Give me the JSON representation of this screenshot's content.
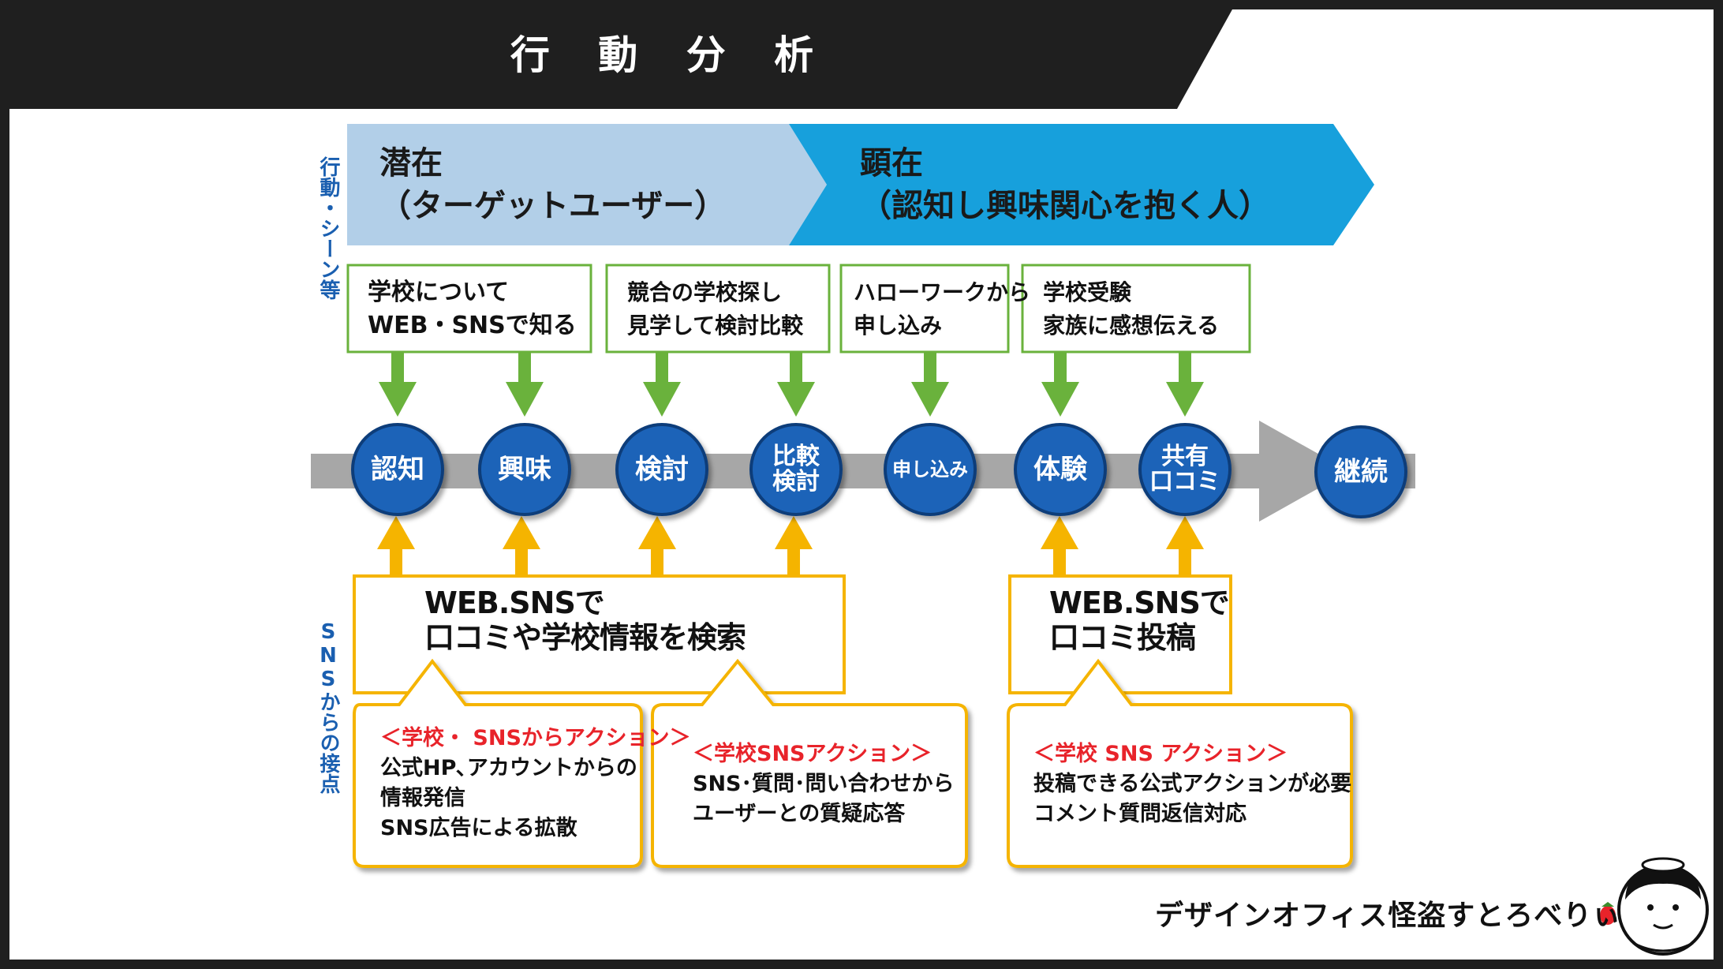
{
  "header": {
    "title": "行 動 分 析"
  },
  "side_labels": {
    "scene": "行動・シーン等",
    "sns": "SNSからの接点"
  },
  "phases": {
    "latent": "潜在\n（ターゲットユーザー）",
    "manifest": "顕在\n（認知し興味関心を抱く人）"
  },
  "scenes": [
    "学校について\nWEB・SNSで知る",
    "競合の学校探し\n見学して検討比較",
    "ハローワークから\n申し込み",
    "学校受験\n家族に感想伝える"
  ],
  "nodes": [
    "認知",
    "興味",
    "検討",
    "比較\n検討",
    "申し込み",
    "体験",
    "共有\n口コミ",
    "継続"
  ],
  "search_boxes": [
    "WEB.SNSで\n口コミや学校情報を検索",
    "WEB.SNSで\n口コミ投稿"
  ],
  "actions": [
    {
      "heading": "＜学校・ SNSからアクション＞",
      "body": "公式HP､アカウントからの\n情報発信\nSNS広告による拡散"
    },
    {
      "heading": "＜学校SNSアクション＞",
      "body": "SNS･質問･問い合わせから\nユーザーとの質疑応答"
    },
    {
      "heading": "＜学校 SNS アクション＞",
      "body": "投稿できる公式アクションが必要\nコメント質問返信対応"
    }
  ],
  "brand": {
    "name": "デザインオフィス怪盗すとろべりぃ"
  },
  "colors": {
    "header_bg": "#1f1f1f",
    "latent": "#b2cfe8",
    "manifest": "#17a0dc",
    "node": "#1d64b8",
    "green": "#6ab23c",
    "orange": "#f5b400",
    "accent_red": "#e8232a"
  }
}
